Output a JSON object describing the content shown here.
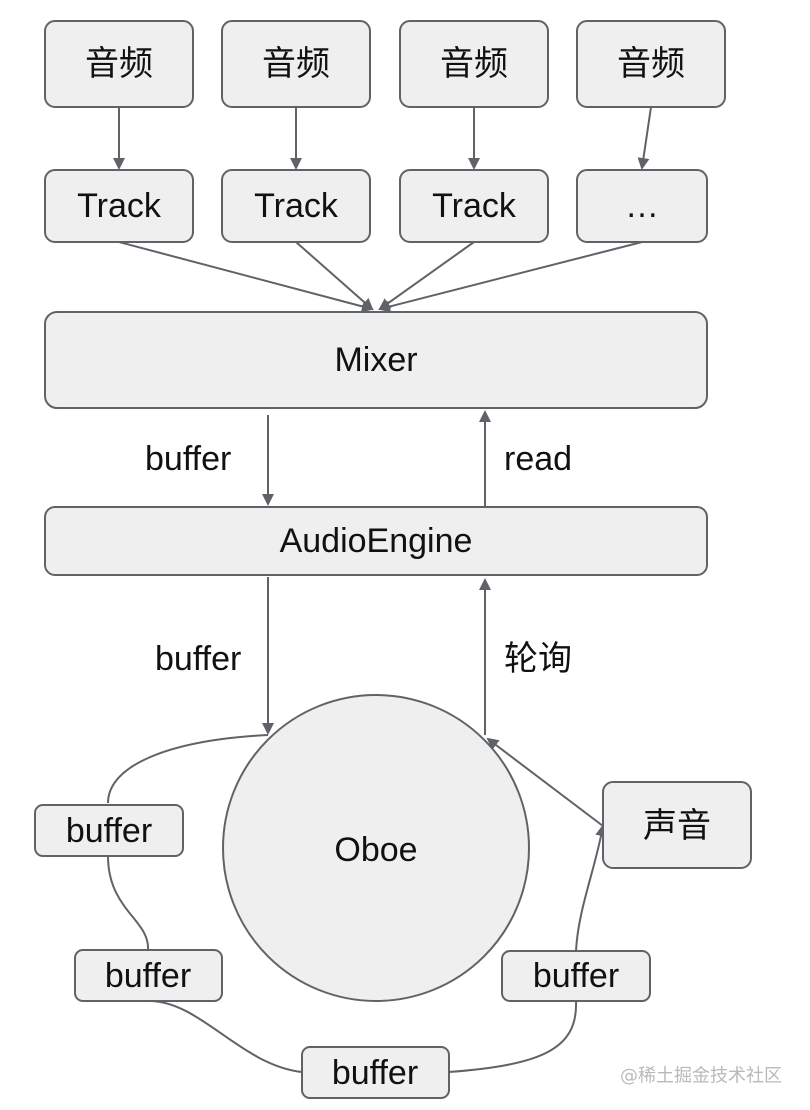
{
  "sources": [
    "音频",
    "音频",
    "音频",
    "音频"
  ],
  "tracks": [
    "Track",
    "Track",
    "Track",
    "…"
  ],
  "mixer": "Mixer",
  "engine": "AudioEngine",
  "oboe": "Oboe",
  "sound": "声音",
  "edge_labels": {
    "mixer_to_engine": "buffer",
    "engine_to_mixer": "read",
    "engine_to_oboe": "buffer",
    "oboe_to_engine": "轮询"
  },
  "buffers": [
    "buffer",
    "buffer",
    "buffer",
    "buffer"
  ],
  "watermark": "@稀土掘金技术社区",
  "colors": {
    "box_fill": "#efefef",
    "stroke": "#5f6368"
  }
}
